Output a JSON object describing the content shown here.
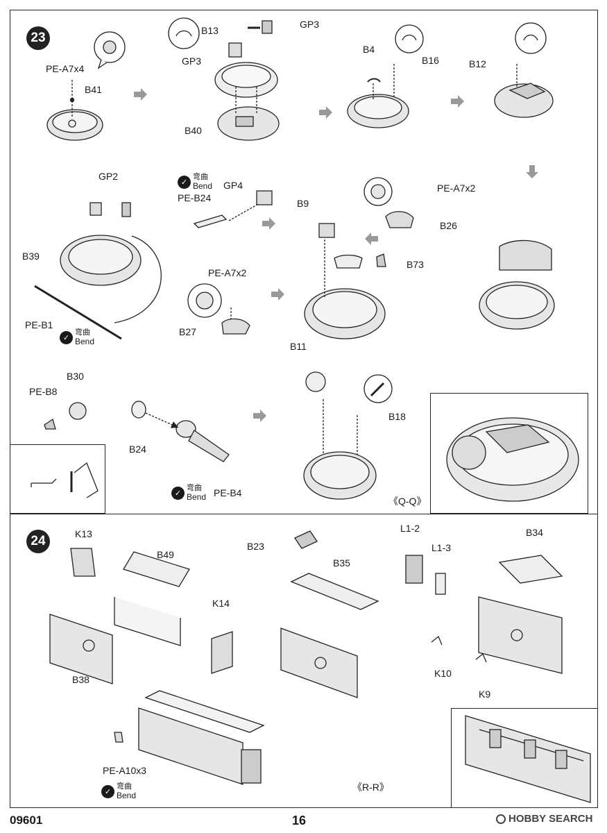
{
  "step23": {
    "number": "23",
    "labels": {
      "pe_a7x4": "PE-A7x4",
      "b41": "B41",
      "b13": "B13",
      "gp3_top": "GP3",
      "gp3_left": "GP3",
      "b40": "B40",
      "b4": "B4",
      "b16": "B16",
      "b12": "B12",
      "gp2": "GP2",
      "b39": "B39",
      "pe_b1": "PE-B1",
      "pe_b24": "PE-B24",
      "gp4": "GP4",
      "b9": "B9",
      "pe_a7x2_mid": "PE-A7x2",
      "b27": "B27",
      "pe_a7x2_right": "PE-A7x2",
      "b26": "B26",
      "b73": "B73",
      "b11": "B11",
      "pe_b8": "PE-B8",
      "b30": "B30",
      "b24": "B24",
      "pe_b4": "PE-B4",
      "b18": "B18",
      "view_qq": "《Q-Q》"
    }
  },
  "step24": {
    "number": "24",
    "labels": {
      "k13": "K13",
      "b49": "B49",
      "k14": "K14",
      "b38": "B38",
      "b23": "B23",
      "b35": "B35",
      "l1_2": "L1-2",
      "l1_3": "L1-3",
      "b34": "B34",
      "k10": "K10",
      "k9": "K9",
      "pe_a10x3": "PE-A10x3",
      "view_rr": "《R-R》"
    }
  },
  "bend": {
    "cn": "弯曲",
    "en": "Bend"
  },
  "footer": {
    "code": "09601",
    "page": "16",
    "watermark": "HOBBY SEARCH"
  }
}
